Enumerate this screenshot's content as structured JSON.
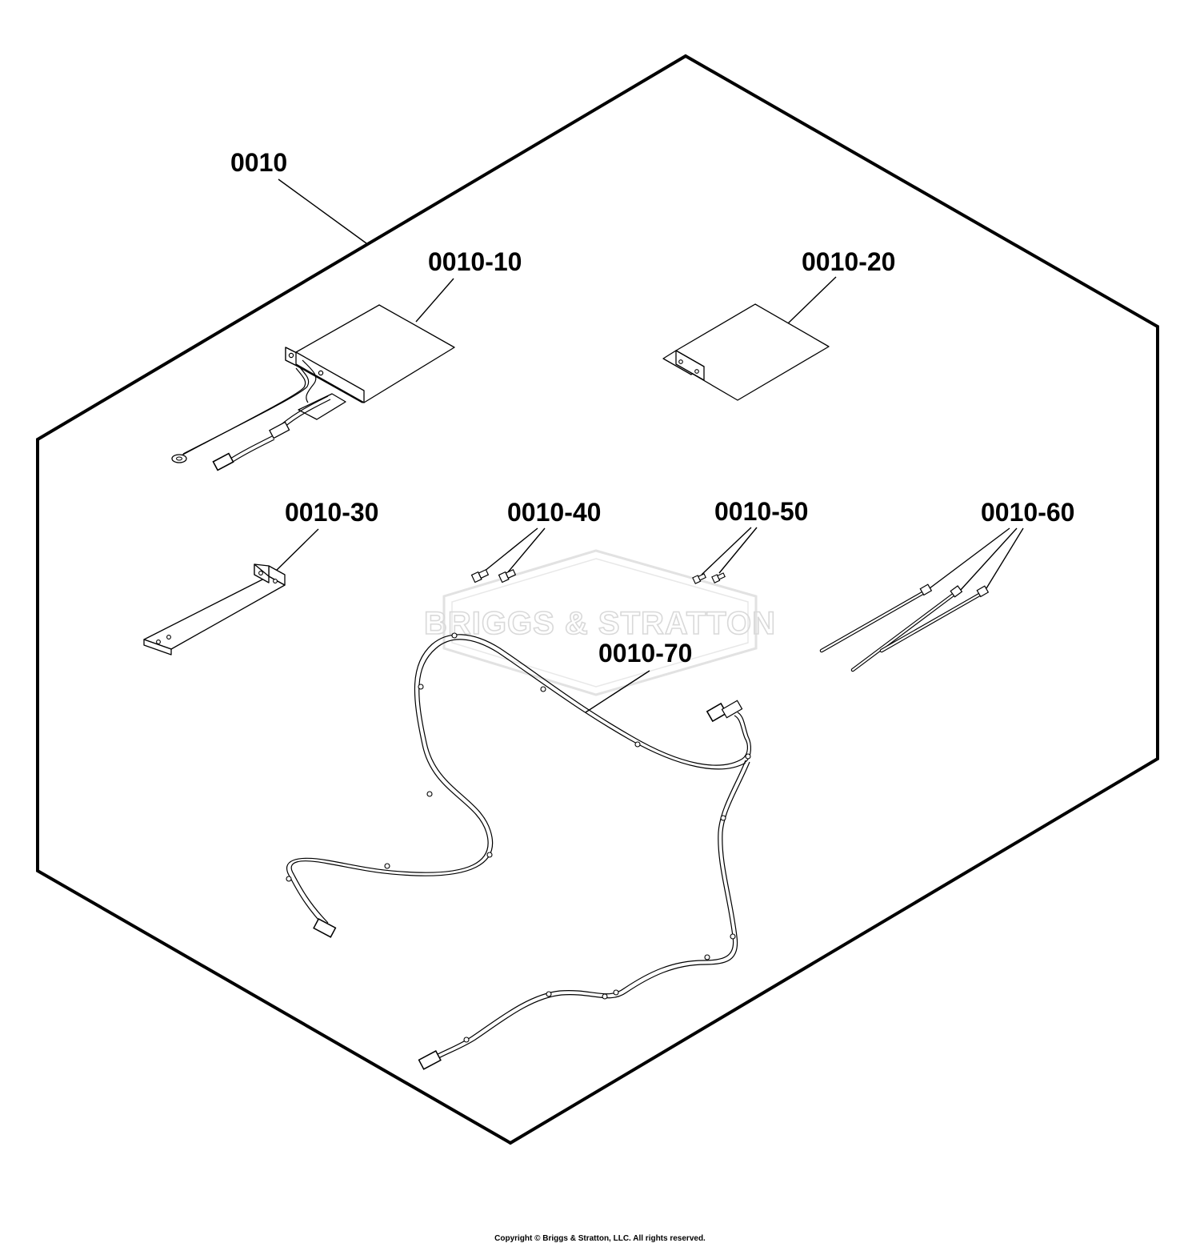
{
  "diagram": {
    "kit_label": "0010",
    "parts": [
      {
        "id": "0010-10"
      },
      {
        "id": "0010-20"
      },
      {
        "id": "0010-30"
      },
      {
        "id": "0010-40"
      },
      {
        "id": "0010-50"
      },
      {
        "id": "0010-60"
      },
      {
        "id": "0010-70"
      }
    ]
  },
  "watermark": {
    "text": "BRIGGS & STRATTON"
  },
  "footer": {
    "copyright": "Copyright © Briggs & Stratton, LLC. All rights reserved."
  }
}
